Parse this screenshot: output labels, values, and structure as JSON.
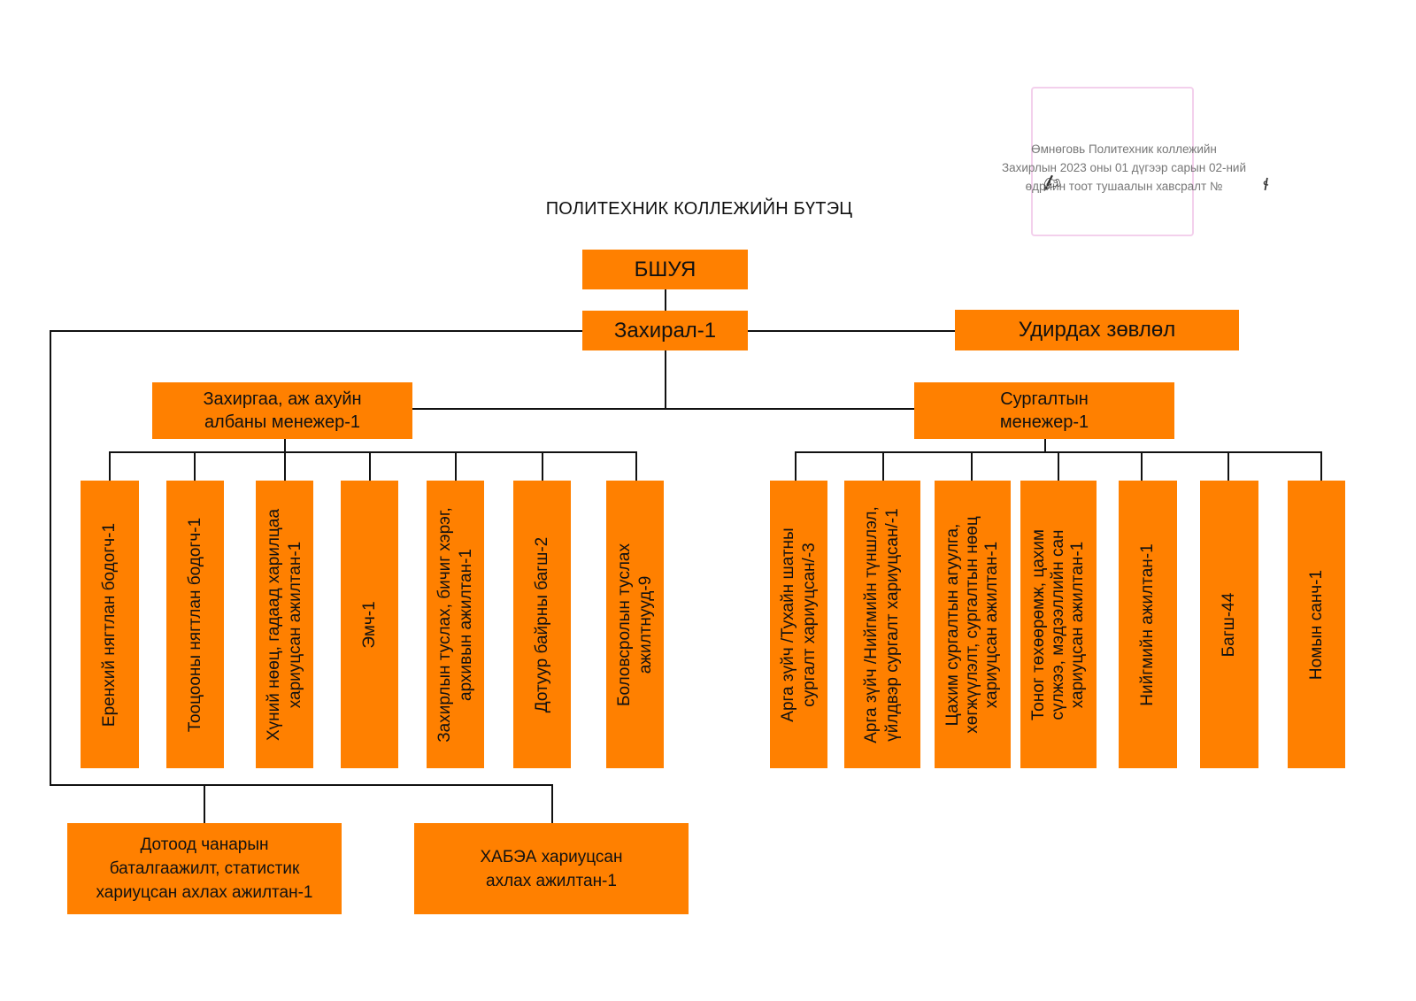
{
  "title": "ПОЛИТЕХНИК КОЛЛЕЖИЙН БҮТЭЦ",
  "stamp": {
    "text": "Өмнөговь Политехник коллежийн\nЗахирлын 2023 оны 01 дүгээр сарын 02-ний\nөдрийн    тоот тушаалын хавсралт №",
    "signature_icon": "signature-mark"
  },
  "colors": {
    "box_fill": "#ff8000",
    "line": "#111111"
  },
  "nodes": {
    "ministry": "БШУЯ",
    "director": "Захирал-1",
    "board": "Удирдах зөвлөл",
    "admin_manager": "Захиргаа, аж ахуйн\nалбаны менежер-1",
    "training_manager": "Сургалтын\nменежер-1"
  },
  "admin_units": [
    "Еренхий нягтлан бодогч-1",
    "Тооцооны нягтлан бодогч-1",
    "Хүний нөөц, гадаад харилцаа\nхариуцсан ажилтан-1",
    "Эмч-1",
    "Захирлын туслах, бичиг хэрэг,\nархивын ажилтан-1",
    "Дотуур байрны багш-2",
    "Боловсролын туслах\nажилтнууд-9"
  ],
  "training_units": [
    "Арга зүйч /Тухайн шатны\nсургалт хариуцсан/-3",
    "Арга зүйч /Нийгмийн түншлэл,\nүйлдвэр сургалт хариуцсан/-1",
    "Цахим сургалтын агуулга,\nхөгжүүлэлт, сургалтын нөөц\nхариуцсан ажилтан-1",
    "Тоног төхөөрөмж, цахим\nсүлжээ, мэдээллийн сан\nхариуцсан ажилтан-1",
    "Нийгмийн ажилтан-1",
    "Багш-44",
    "Номын санч-1"
  ],
  "direct_reports": [
    "Дотоод чанарын\nбаталгаажилт, статистик\nхариуцсан ахлах ажилтан-1",
    "ХАБЭА хариуцсан\nахлах ажилтан-1"
  ]
}
